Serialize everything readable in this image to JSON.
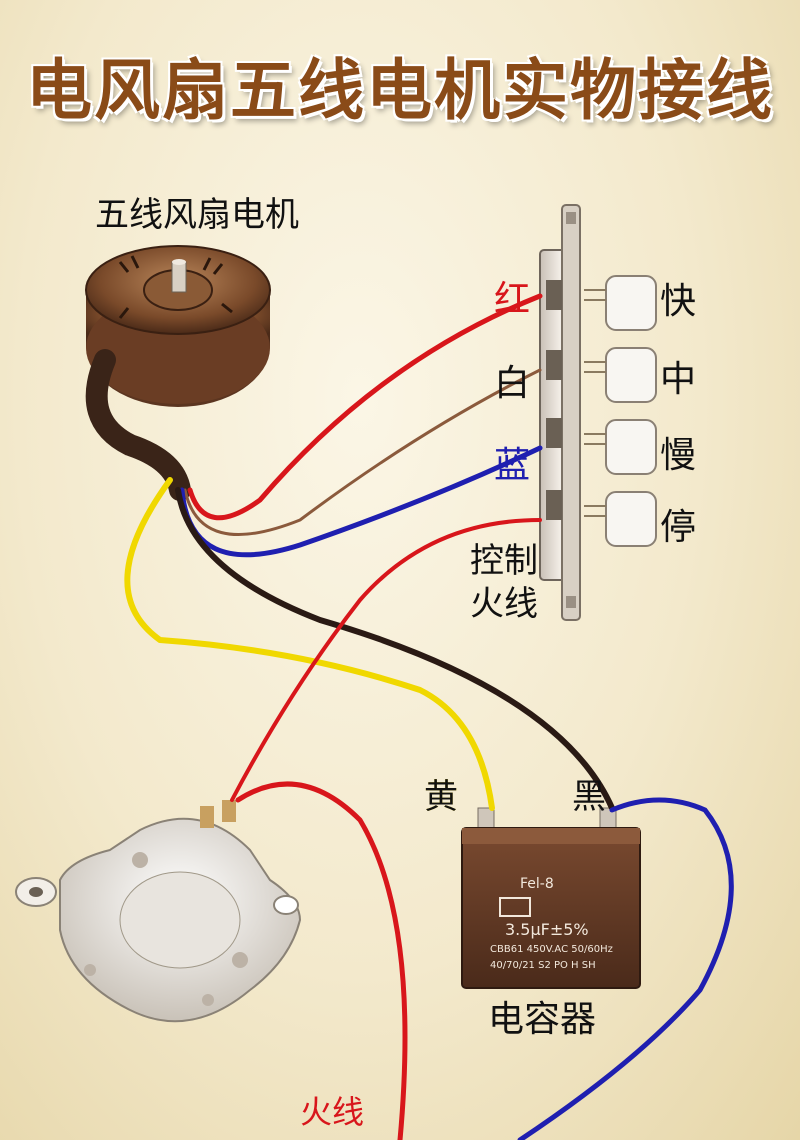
{
  "title": "电风扇五线电机实物接线",
  "motor_label": "五线风扇电机",
  "wire_labels": {
    "red": "红",
    "white": "白",
    "blue": "蓝",
    "control_live": "控制\n火线",
    "yellow": "黄",
    "black": "黑",
    "live_bottom": "火线"
  },
  "speed_labels": [
    "快",
    "中",
    "慢",
    "停"
  ],
  "capacitor": {
    "label": "电容器",
    "brand": "Fel-8",
    "spec": "3.5μF±5%",
    "line1": "CBB61 450V.AC 50/60Hz",
    "line2": "40/70/21 S2 PO H SH"
  },
  "colors": {
    "red_wire": "#d8161b",
    "white_wire": "#8b5a3c",
    "blue_wire": "#1f1fb0",
    "yellow_wire": "#f0d800",
    "black_wire": "#2a1a14",
    "title": "#8a4b18"
  }
}
